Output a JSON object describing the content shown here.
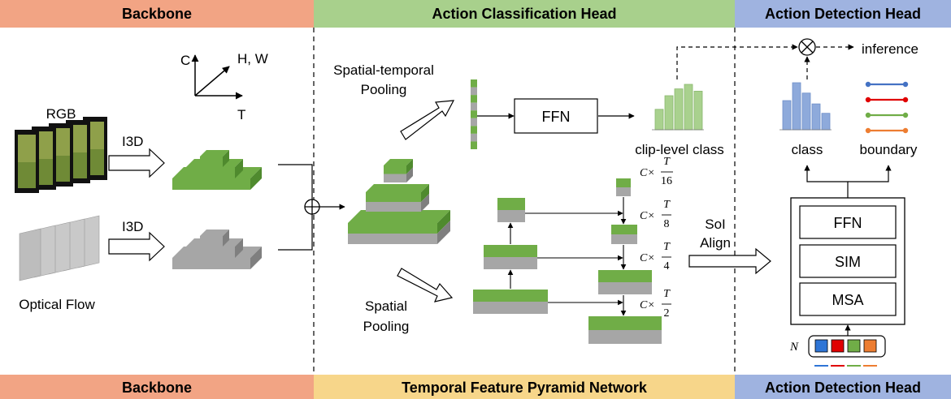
{
  "colors": {
    "backbone_band": "#f2a484",
    "classification_band": "#a8d08c",
    "detection_band": "#9fb3e0",
    "tfpn_band": "#f7d68a",
    "green": "#70ad47",
    "green_dark": "#4f8a2e",
    "gray": "#a6a6a6",
    "gray_dark": "#7f7f7f",
    "blue": "#4472c4",
    "red": "#e00000",
    "orange": "#ed7d31",
    "bar_green": "#a9d18e",
    "bar_blue": "#8eaadb"
  },
  "top_bands": {
    "backbone": "Backbone",
    "classification": "Action Classification Head",
    "detection": "Action Detection Head"
  },
  "bottom_bands": {
    "backbone": "Backbone",
    "tfpn": "Temporal Feature Pyramid Network",
    "detection": "Action Detection Head"
  },
  "backbone": {
    "rgb_label": "RGB",
    "flow_label": "Optical Flow",
    "i3d_top": "I3D",
    "i3d_bottom": "I3D",
    "axis_c": "C",
    "axis_hw": "H, W",
    "axis_t": "T"
  },
  "classification": {
    "pooling_label_1": "Spatial-temporal",
    "pooling_label_2": "Pooling",
    "ffn_label": "FFN",
    "clip_class_label": "clip-level class",
    "clip_bars": [
      0.45,
      0.75,
      0.9,
      1.0,
      0.85
    ]
  },
  "tfpn": {
    "spatial_label_1": "Spatial",
    "spatial_label_2": "Pooling",
    "scales": [
      {
        "prefix": "C×",
        "num": "T",
        "den": "16"
      },
      {
        "prefix": "C×",
        "num": "T",
        "den": "8"
      },
      {
        "prefix": "C×",
        "num": "T",
        "den": "4"
      },
      {
        "prefix": "C×",
        "num": "T",
        "den": "2"
      }
    ]
  },
  "detection": {
    "soi_1": "SoI",
    "soi_2": "Align",
    "inference_label": "inference",
    "class_label": "class",
    "boundary_label": "boundary",
    "class_bars": [
      0.62,
      1.0,
      0.78,
      0.55,
      0.35
    ],
    "boundary_colors": [
      "#4472c4",
      "#e00000",
      "#70ad47",
      "#ed7d31"
    ],
    "ffn": "FFN",
    "sim": "SIM",
    "msa": "MSA",
    "n_label": "N",
    "query_colors": [
      "#2e75d6",
      "#e00000",
      "#70ad47",
      "#ed7d31"
    ]
  }
}
